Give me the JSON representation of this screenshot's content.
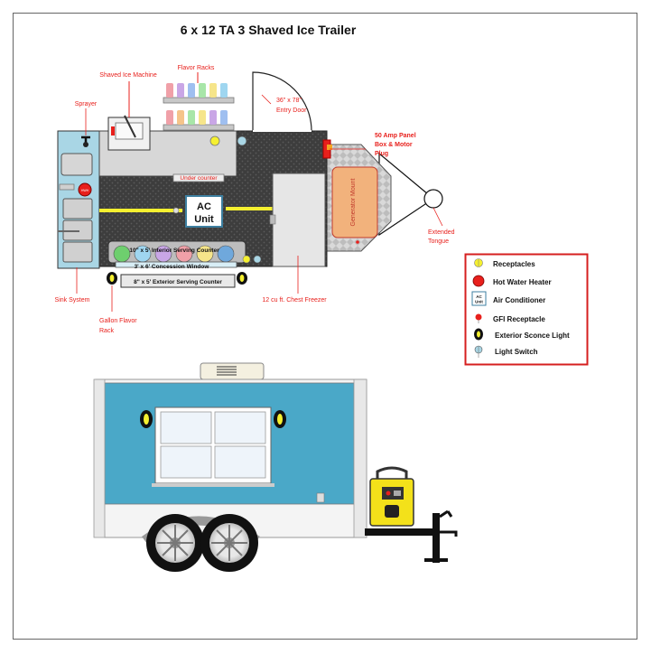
{
  "title": "6 x 12 TA 3 Shaved Ice Trailer",
  "labels": {
    "shaved_ice_machine": "Shaved Ice Machine",
    "flavor_racks": "Flavor Racks",
    "sprayer": "Sprayer",
    "entry_door_1": "36\" x 78\"",
    "entry_door_2": "Entry Door",
    "panel_1": "50 Amp Panel",
    "panel_2": "Box & Motor",
    "panel_3": "Plug",
    "under_counter": "Under counter",
    "ac_unit_1": "AC",
    "ac_unit_2": "Unit",
    "generator_mount": "Generator Mount",
    "extended_tongue_1": "Extended",
    "extended_tongue_2": "Tongue",
    "interior_counter": "10\" x 5' Interior Serving Counter",
    "concession_window": "3' x 6' Concession Window",
    "exterior_counter": "8\" x 5' Exterior Serving Counter",
    "sink_system": "Sink System",
    "gallon_flavor_1": "Gallon Flavor",
    "gallon_flavor_2": "Rack",
    "chest_freezer": "12 cu ft. Chest Freezer"
  },
  "legend": {
    "items": [
      {
        "label": "Receptacles",
        "icon": "receptacle-icon"
      },
      {
        "label": "Hot Water Heater",
        "icon": "hot-water-heater-icon"
      },
      {
        "label": "Air Conditioner",
        "icon": "air-conditioner-icon"
      },
      {
        "label": "GFI Receptacle",
        "icon": "gfi-receptacle-icon"
      },
      {
        "label": "Exterior Sconce Light",
        "icon": "sconce-light-icon"
      },
      {
        "label": "Light Switch",
        "icon": "light-switch-icon"
      }
    ],
    "ac_icon_text_1": "AC",
    "ac_icon_text_2": "Unit"
  },
  "colors": {
    "label_red": "#e8201c",
    "sink_blue": "#a9d6e5",
    "floor_dark": "#3a3a3a",
    "trailer_blue": "#4aa8c8",
    "generator_yellow": "#f3e11a",
    "generator_orange": "#f2b27c",
    "conduit_yellow": "#f5f030"
  }
}
